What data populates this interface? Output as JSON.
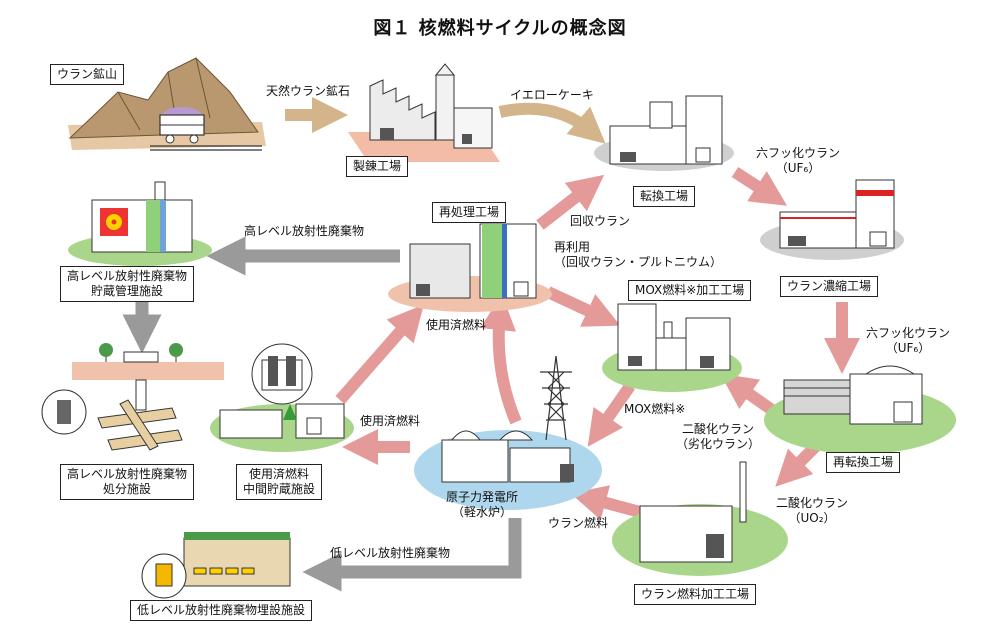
{
  "title": "図１ 核燃料サイクルの概念図",
  "facilities": {
    "uranium_mine": "ウラン鉱山",
    "refinery": "製錬工場",
    "conversion": "転換工場",
    "enrichment": "ウラン濃縮工場",
    "reconversion": "再転換工場",
    "fuel_fabrication": "ウラン燃料加工工場",
    "power_plant_line1": "原子力発電所",
    "power_plant_line2": "（軽水炉）",
    "reprocessing": "再処理工場",
    "mox_fabrication": "MOX燃料※加工工場",
    "interim_storage_line1": "使用済燃料",
    "interim_storage_line2": "中間貯蔵施設",
    "hlw_storage_line1": "高レベル放射性廃棄物",
    "hlw_storage_line2": "貯蔵管理施設",
    "hlw_disposal_line1": "高レベル放射性廃棄物",
    "hlw_disposal_line2": "処分施設",
    "llw_burial": "低レベル放射性廃棄物埋設施設"
  },
  "flows": {
    "natural_uranium_ore": "天然ウラン鉱石",
    "yellowcake": "イエローケーキ",
    "uf6_a_line1": "六フッ化ウラン",
    "uf6_a_line2": "（UF₆）",
    "uf6_b_line1": "六フッ化ウラン",
    "uf6_b_line2": "（UF₆）",
    "uo2_line1": "二酸化ウラン",
    "uo2_line2": "（UO₂）",
    "depleted_line1": "二酸化ウラン",
    "depleted_line2": "（劣化ウラン）",
    "uranium_fuel": "ウラン燃料",
    "mox_fuel": "MOX燃料※",
    "spent_fuel_a": "使用済燃料",
    "spent_fuel_b": "使用済燃料",
    "recovered_uranium": "回収ウラン",
    "reuse_line1": "再利用",
    "reuse_line2": "（回収ウラン・プルトニウム）",
    "hlw_flow": "高レベル放射性廃棄物",
    "llw_flow": "低レベル放射性廃棄物"
  },
  "colors": {
    "pink_arrow": "#e59a9a",
    "gray_arrow": "#9a9a9a",
    "tan_arrow": "#d4b48a",
    "green_pad": "#a9d68a",
    "gray_pad": "#c9c9c9",
    "peach_pad": "#f0c2ac",
    "blue_pad": "#aed6ec"
  }
}
